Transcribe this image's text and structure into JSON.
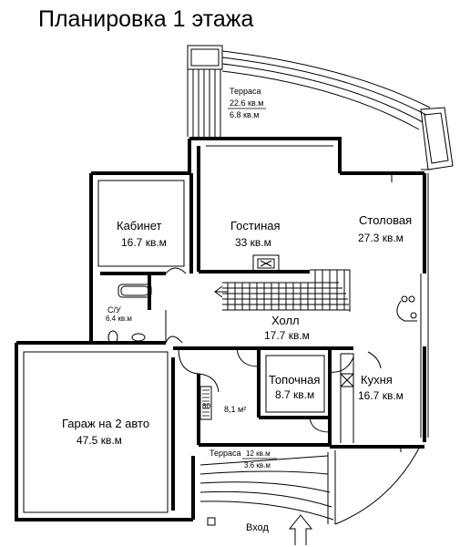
{
  "title": "Планировка 1 этажа",
  "rooms": {
    "terrace_top": {
      "name": "Терраса",
      "area": "22.6 кв.м",
      "area2": "6.8 кв.м"
    },
    "office": {
      "name": "Кабинет",
      "area": "16.7 кв.м"
    },
    "living": {
      "name": "Гостиная",
      "area": "33 кв.м"
    },
    "dining": {
      "name": "Столовая",
      "area": "27.3 кв.м"
    },
    "wc": {
      "name": "С/У",
      "area": "6.4 кв.м"
    },
    "hall": {
      "name": "Холл",
      "area": "17.7 кв.м"
    },
    "garage": {
      "name": "Гараж на 2 авто",
      "area": "47.5 кв.м"
    },
    "boiler": {
      "name": "Топочная",
      "area": "8.7 кв.м"
    },
    "kitchen": {
      "name": "Кухня",
      "area": "16.7 кв.м"
    },
    "vestibule": {
      "area": "8,1 м²"
    },
    "terrace_bottom": {
      "name": "Терраса",
      "area": "12 кв.м",
      "area2": "3.6 кв.м"
    }
  },
  "marks": {
    "closet": "80"
  },
  "entrance": "Вход"
}
